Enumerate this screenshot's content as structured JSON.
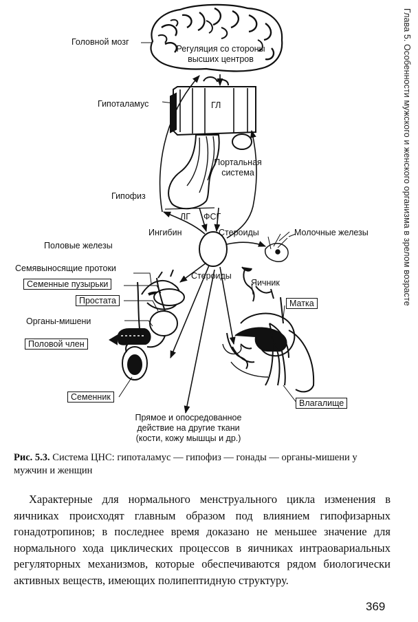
{
  "running_head": "Глава 5. Особенности мужского и женского организма в зрелом возрасте",
  "figure": {
    "labels": {
      "brain": "Головной мозг",
      "regulation_line1": "Регуляция со стороны",
      "regulation_line2": "высших центров",
      "hypothalamus": "Гипоталамус",
      "gl": "ГЛ",
      "portal_line1": "Портальная",
      "portal_line2": "система",
      "pituitary": "Гипофиз",
      "lg": "ЛГ",
      "fsg": "ФСГ",
      "inhibin": "Ингибин",
      "steroids_top": "Стероиды",
      "steroids_bottom": "Стероиды",
      "mammary": "Молочные железы",
      "gonads": "Половые железы",
      "vas_deferens": "Семявыносящие протоки",
      "seminal_vesicles": "Семенные пузырьки",
      "prostate": "Простата",
      "target_organs": "Органы-мишени",
      "penis": "Половой член",
      "testis": "Семенник",
      "ovary": "Яичник",
      "uterus": "Матка",
      "vagina": "Влагалище",
      "direct_line1": "Прямое и опосредованное",
      "direct_line2": "действие на другие ткани",
      "direct_line3": "(кости, кожу мышцы и др.)"
    }
  },
  "caption": {
    "number": "Рис. 5.3.",
    "text": " Система ЦНС: гипоталамус — гипофиз — гонады — органы-мишени у мужчин и женщин"
  },
  "body_text": "Характерные для нормального менструального цикла изменения в яичниках происходят главным образом под влиянием гипофизарных гонадотропинов; в последнее время доказано не меньшее значение для нормального хода циклических процессов в яичниках интраовариальных регуляторных механизмов, которые обеспечиваются рядом биологически активных веществ, имеющих полипептидную структуру.",
  "page_number": "369"
}
